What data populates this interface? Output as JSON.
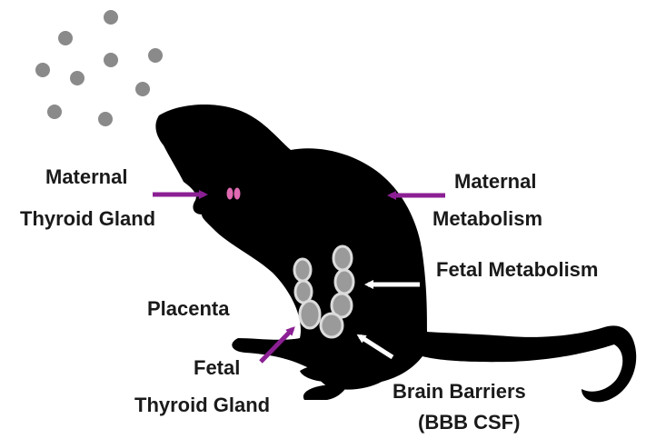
{
  "colors": {
    "silhouette": "#000000",
    "particle": "#8a8a8a",
    "arrow_purple": "#8b1f93",
    "arrow_white": "#ffffff",
    "thyroid_pink": "#e06ab2",
    "fetus_fill": "#9a9a9a",
    "fetus_stroke": "#dcdcdc",
    "text": "#1a1a1a"
  },
  "labels": {
    "maternal_thyroid_line1": "Maternal",
    "maternal_thyroid_line2": "Thyroid Gland",
    "maternal_metabolism_line1": "Maternal",
    "maternal_metabolism_line2": "Metabolism",
    "fetal_metabolism": "Fetal Metabolism",
    "placenta": "Placenta",
    "fetal_thyroid_line1": "Fetal",
    "fetal_thyroid_line2": "Thyroid Gland",
    "brain_barriers_line1": "Brain Barriers",
    "brain_barriers_line2": "(BBB CSF)"
  }
}
